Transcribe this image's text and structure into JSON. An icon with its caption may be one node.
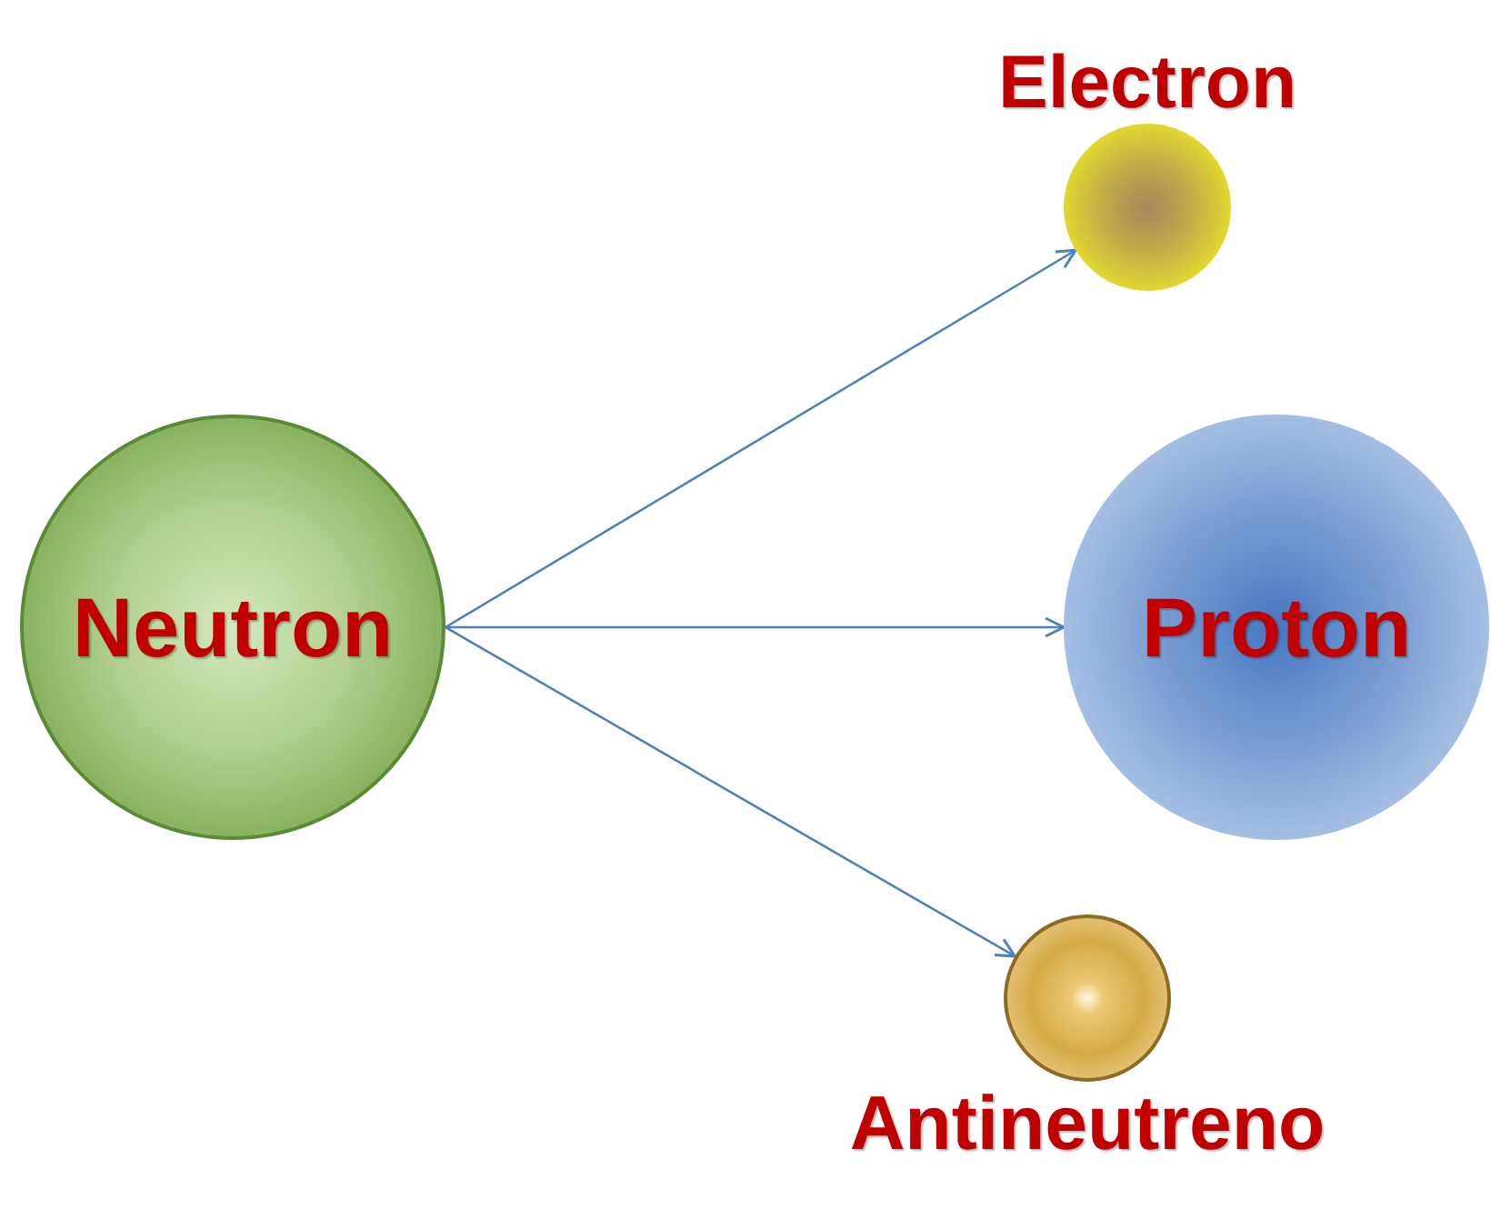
{
  "diagram": {
    "nodes": [
      {
        "text": [
          "Neutron"
        ]
      },
      {
        "text": [
          "Electron"
        ]
      },
      {
        "text": [
          "Proton"
        ]
      },
      {
        "text": [
          "Antineutreno"
        ]
      }
    ],
    "edges": [
      {
        "from": 0,
        "to": 1,
        "arrow": "to"
      },
      {
        "from": 0,
        "to": 2,
        "arrow": "to"
      },
      {
        "from": 0,
        "to": 3,
        "arrow": "to"
      }
    ]
  }
}
